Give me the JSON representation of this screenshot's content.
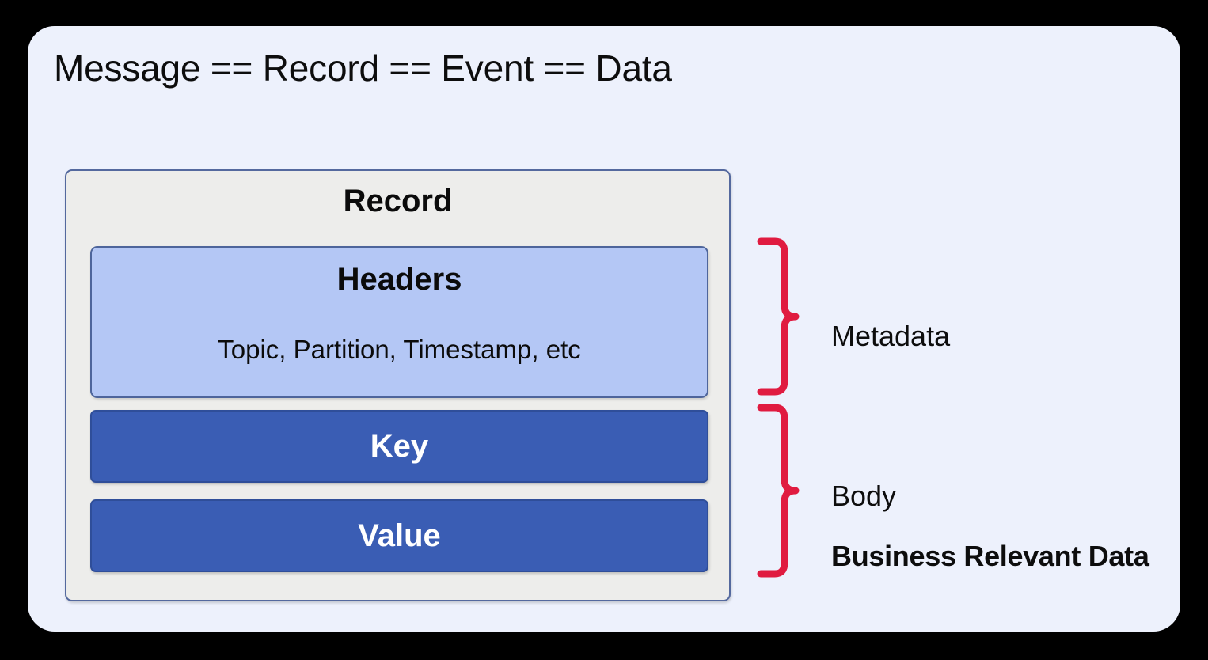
{
  "slide": {
    "title": "Message == Record == Event == Data",
    "background_color": "#EDF1FC",
    "canvas_color": "#000000"
  },
  "record": {
    "label": "Record",
    "fill_color": "#EDEDEB",
    "border_color": "#54699E",
    "sections": [
      {
        "id": "headers",
        "title": "Headers",
        "subtitle": "Topic, Partition, Timestamp, etc",
        "fill_color": "#B4C7F5",
        "text_color": "#0B0B0B"
      },
      {
        "id": "key",
        "title": "Key",
        "fill_color": "#3A5DB4",
        "text_color": "#FFFFFF"
      },
      {
        "id": "value",
        "title": "Value",
        "fill_color": "#3A5DB4",
        "text_color": "#FFFFFF"
      }
    ]
  },
  "annotations": {
    "brace_color": "#E01B40",
    "metadata": {
      "label": "Metadata",
      "covers": [
        "headers"
      ]
    },
    "body": {
      "label": "Body",
      "description": "Business Relevant Data",
      "covers": [
        "key",
        "value"
      ]
    }
  }
}
